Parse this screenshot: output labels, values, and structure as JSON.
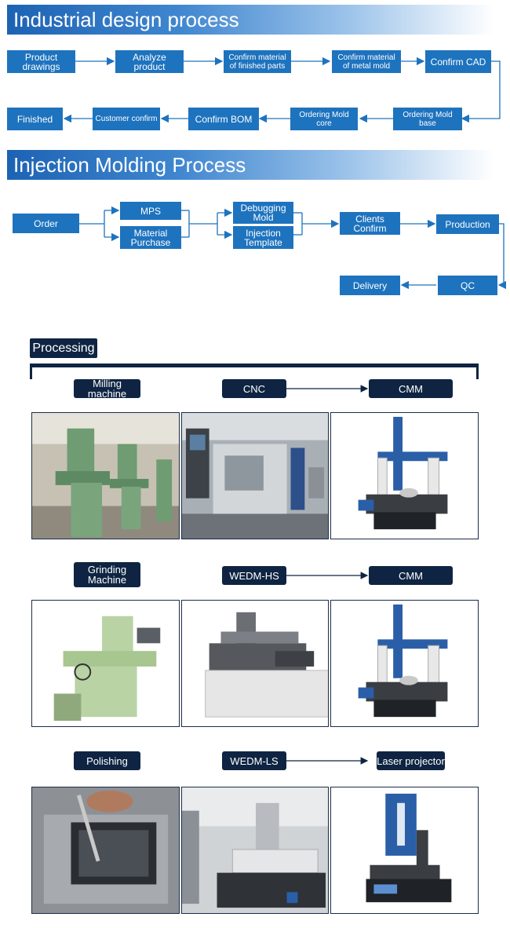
{
  "industrial": {
    "title": "Industrial design process",
    "steps": [
      "Product drawings",
      "Analyze product",
      "Confirm material of finished parts",
      "Confirm material of metal mold",
      "Confirm CAD",
      "Ordering Mold base",
      "Ordering Mold core",
      "Confirm BOM",
      "Customer confirm",
      "Finished"
    ]
  },
  "injection": {
    "title": "Injection Molding Process",
    "steps": [
      "Order",
      "MPS",
      "Material Purchase",
      "Debugging Mold",
      "Injection Template",
      "Clients Confirm",
      "Production",
      "QC",
      "Delivery"
    ]
  },
  "processing": {
    "title": "Processing",
    "rows": [
      {
        "labels": [
          "Milling machine",
          "CNC",
          "CMM"
        ],
        "images": [
          "milling-machine-photo",
          "cnc-machine-photo",
          "cmm-photo"
        ]
      },
      {
        "labels": [
          "Grinding Machine",
          "WEDM-HS",
          "CMM"
        ],
        "images": [
          "grinding-machine-photo",
          "wedm-hs-photo",
          "cmm-photo"
        ]
      },
      {
        "labels": [
          "Polishing",
          "WEDM-LS",
          "Laser projector"
        ],
        "images": [
          "polishing-photo",
          "wedm-ls-photo",
          "laser-projector-photo"
        ]
      }
    ]
  },
  "colors": {
    "flow_box": "#1e73be",
    "dark_box": "#0e2442",
    "arrow": "#1e73be",
    "banner_start": "#1d63b4"
  }
}
